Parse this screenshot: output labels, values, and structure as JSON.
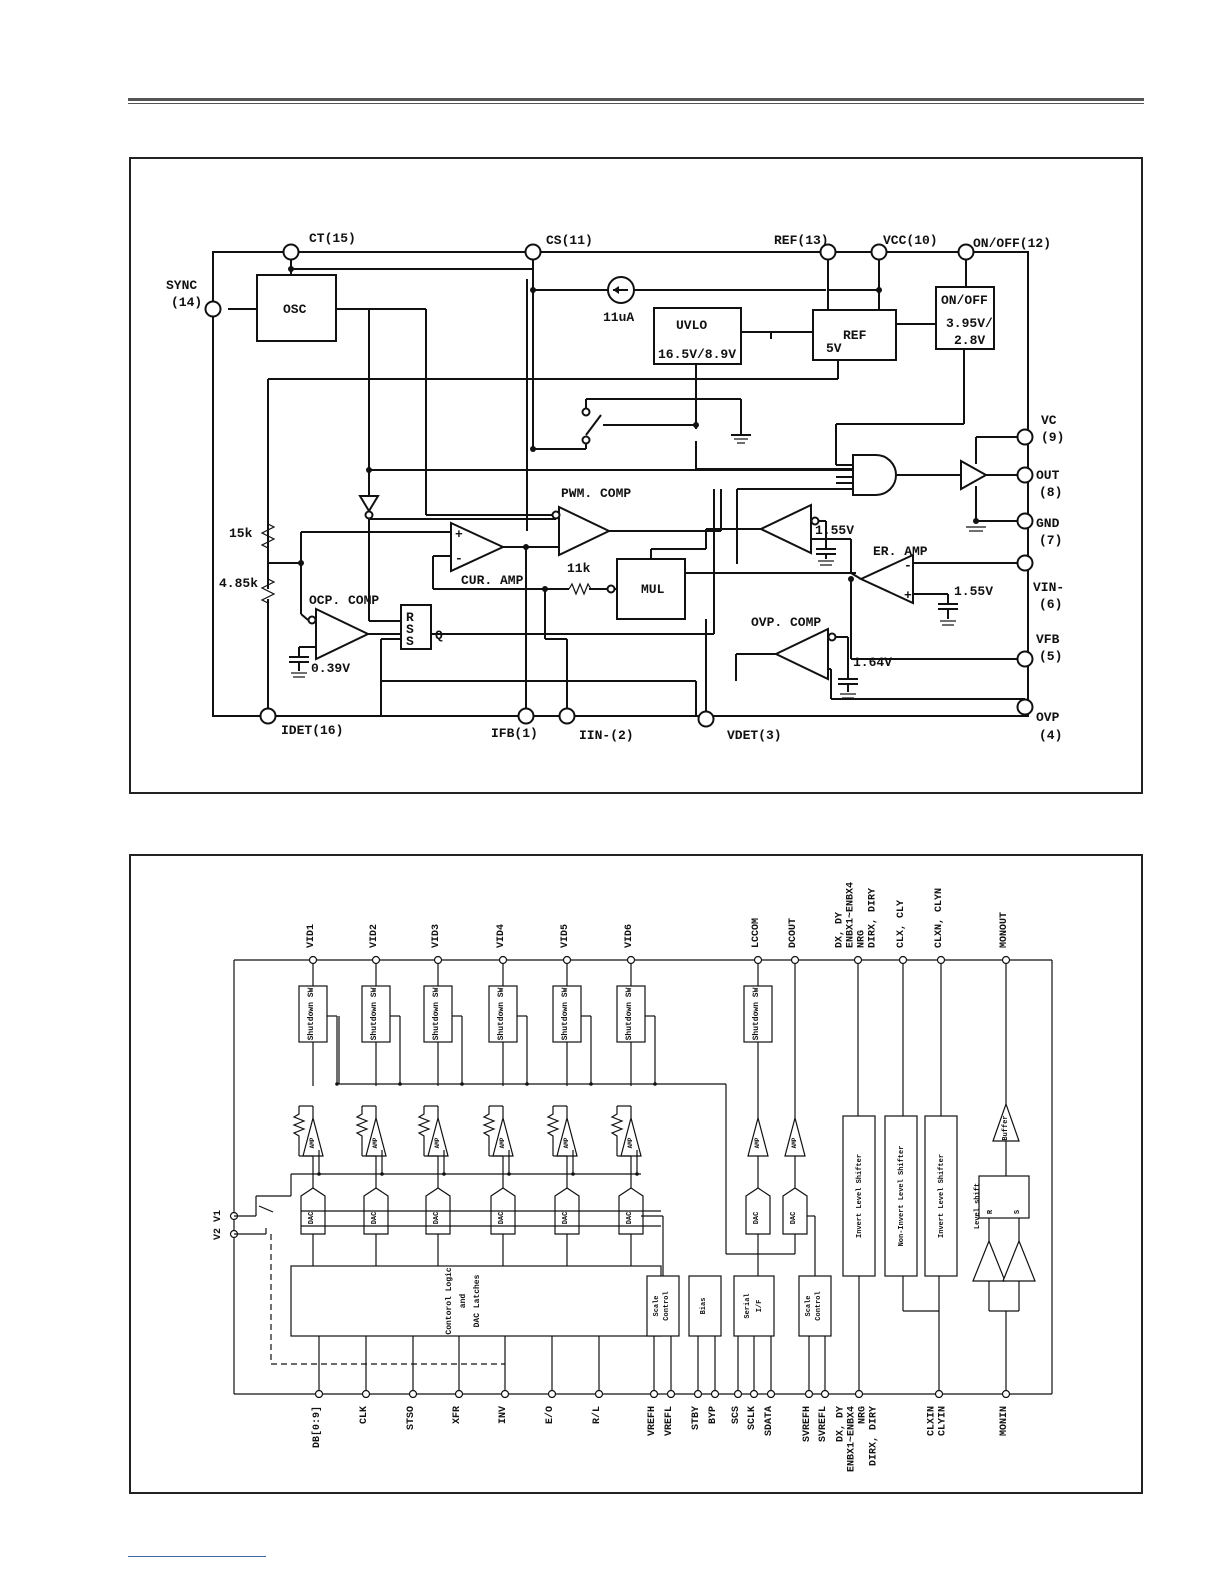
{
  "diagram1": {
    "pins": {
      "ct": "CT(15)",
      "cs": "CS(11)",
      "ref": "REF(13)",
      "vcc": "VCC(10)",
      "onoff": "ON/OFF(12)",
      "sync1": "SYNC",
      "sync2": "(14)",
      "vc1": "VC",
      "vc2": "(9)",
      "out1": "OUT",
      "out2": "(8)",
      "gnd1": "GND",
      "gnd2": "(7)",
      "vin1": "VIN-",
      "vin2": "(6)",
      "vfb1": "VFB",
      "vfb2": "(5)",
      "ovp1": "OVP",
      "ovp2": "(4)",
      "idet": "IDET(16)",
      "ifb": "IFB(1)",
      "iin": "IIN-(2)",
      "vdet": "VDET(3)"
    },
    "blocks": {
      "osc": "OSC",
      "uvlo": "UVLO",
      "uvlo_v": "16.5V/8.9V",
      "ref": "REF",
      "ref_v": "5V",
      "onoff": "ON/OFF",
      "onoff_v1": "3.95V/",
      "onoff_v2": "2.8V",
      "mul": "MUL",
      "rss_r": "R",
      "rss_s1": "S",
      "rss_s2": "S",
      "rss_q": "Q"
    },
    "labels": {
      "i11": "11uA",
      "r15": "15k",
      "r485": "4.85k",
      "r11": "11k",
      "pwm": "PWM. COMP",
      "cur": "CUR. AMP",
      "ocp": "OCP. COMP",
      "er": "ER. AMP",
      "ovp": "OVP. COMP",
      "v039": "0.39V",
      "v155a": "1.55V",
      "v155b": "1.55V",
      "v164": "1.64V",
      "plus": "+",
      "minus": "-"
    }
  },
  "diagram2": {
    "top_pins": [
      "VID1",
      "VID2",
      "VID3",
      "VID4",
      "VID5",
      "VID6",
      "LCCOM",
      "DCOUT",
      "DX, DY",
      "ENBX1~ENBX4",
      "NRG",
      "DIRX, DIRY",
      "CLX, CLY",
      "CLXN, CLYN",
      "MONOUT"
    ],
    "bottom_pins": [
      "DB[0:9]",
      "CLK",
      "STSO",
      "XFR",
      "INV",
      "E/O",
      "R/L",
      "VREFH",
      "VREFL",
      "STBY",
      "BYP",
      "SCS",
      "SCLK",
      "SDATA",
      "SVREFH",
      "SVREFL",
      "DX, DY",
      "ENBX1~ENBX4",
      "NRG",
      "DIRX, DIRY",
      "CLXIN",
      "CLYIN",
      "MONIN"
    ],
    "side_pins": [
      "V1",
      "V2"
    ],
    "blocks": {
      "shutdown": "Shutdown SW",
      "amp": "AMP",
      "dac": "DAC",
      "logic1": "Contorol Logic",
      "logic2": "and",
      "logic3": "DAC Latches",
      "scale1": "Scale",
      "scale2": "Control",
      "bias": "Bias",
      "serial1": "Serial",
      "serial2": "I/F",
      "inv_ls": "Invert Level Shifter",
      "noninv_ls": "Non-Invert Level Shifter",
      "buffer": "Buffer",
      "levelshift": "Level shift",
      "r": "R",
      "s": "S"
    }
  }
}
